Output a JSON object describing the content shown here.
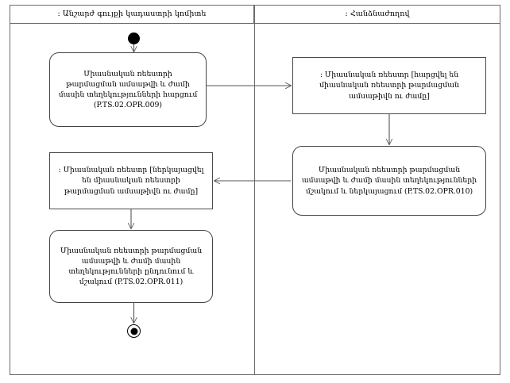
{
  "diagram": {
    "type": "uml-activity-diagram",
    "title": "",
    "lanes": [
      {
        "id": "left",
        "label": ": Անշարժ գույքի կադաստրի կոմիտե"
      },
      {
        "id": "right",
        "label": ": Հանձնաժողով"
      }
    ],
    "colors": {
      "frame_border": "#6b6b6b",
      "node_border": "#444444",
      "edge": "#555555",
      "node_fill": "#ffffff",
      "node_marker": "#000000",
      "background": "#ffffff"
    },
    "nodes": [
      {
        "id": "initial",
        "kind": "initial-node",
        "lane": "left",
        "label": ""
      },
      {
        "id": "request",
        "kind": "action",
        "lane": "left",
        "label": "Միասնական ռեեստրի թարմացման ամսաթվի և ժամի մասին տեղեկությունների հարցում (P.TS.02.OPR.009)",
        "code": "P.TS.02.OPR.009"
      },
      {
        "id": "registry-queried",
        "kind": "object-state",
        "lane": "right",
        "label": ": Միասնական ռեեստր [հարցվել են միասնական ռեեստրի թարմացման ամսաթիվն ու ժամը]"
      },
      {
        "id": "process-present",
        "kind": "action",
        "lane": "right",
        "label": "Միասնական ռեեստրի թարմացման ամսաթվի և ժամի մասին տեղեկությունների մշակում և ներկայացում (P.TS.02.OPR.010)",
        "code": "P.TS.02.OPR.010"
      },
      {
        "id": "registry-presented",
        "kind": "object-state",
        "lane": "left",
        "label": ": Միասնական ռեեստր [ներկայացվել են միասնական ռեեստրի թարմացման ամսաթիվն ու ժամը]"
      },
      {
        "id": "receive-process",
        "kind": "action",
        "lane": "left",
        "label": "Միասնական ռեեստրի թարմացման ամսաթվի և ժամի մասին տեղեկությունների ընդունում և մշակում (P.TS.02.OPR.011)",
        "code": "P.TS.02.OPR.011"
      },
      {
        "id": "final",
        "kind": "final-node",
        "lane": "left",
        "label": ""
      }
    ],
    "edges": [
      {
        "from": "initial",
        "to": "request",
        "label": ""
      },
      {
        "from": "request",
        "to": "registry-queried",
        "label": ""
      },
      {
        "from": "registry-queried",
        "to": "process-present",
        "label": ""
      },
      {
        "from": "process-present",
        "to": "registry-presented",
        "label": ""
      },
      {
        "from": "registry-presented",
        "to": "receive-process",
        "label": ""
      },
      {
        "from": "receive-process",
        "to": "final",
        "label": ""
      }
    ]
  }
}
